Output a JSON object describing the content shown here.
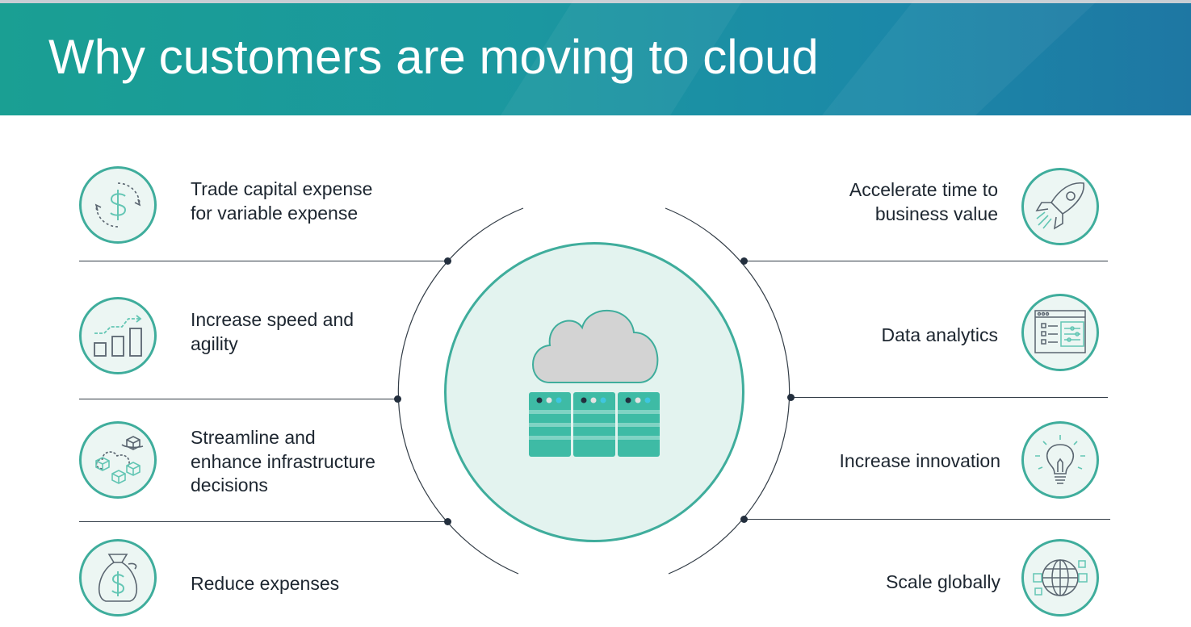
{
  "slide": {
    "title": "Why customers are moving to cloud"
  },
  "benefits_left": [
    {
      "lines": [
        "Trade capital expense",
        "for variable expense"
      ],
      "icon": "dollar-cycle-icon"
    },
    {
      "lines": [
        "Increase speed and",
        "agility"
      ],
      "icon": "growth-bars-icon"
    },
    {
      "lines": [
        "Streamline and",
        "enhance infrastructure",
        "decisions"
      ],
      "icon": "cubes-network-icon"
    },
    {
      "lines": [
        "Reduce expenses"
      ],
      "icon": "money-bag-icon"
    }
  ],
  "benefits_right": [
    {
      "lines": [
        "Accelerate time to",
        "business value"
      ],
      "icon": "rocket-icon"
    },
    {
      "lines": [
        "Data analytics"
      ],
      "icon": "analytics-dashboard-icon"
    },
    {
      "lines": [
        "Increase innovation"
      ],
      "icon": "lightbulb-icon"
    },
    {
      "lines": [
        "Scale globally"
      ],
      "icon": "globe-network-icon"
    }
  ],
  "hub": {
    "icon": "cloud-servers-icon"
  },
  "colors": {
    "accent": "#3fad9c",
    "icon_fill": "#ecf6f3",
    "header_start": "#1a9f93",
    "header_end": "#1e77a3",
    "text": "#1d2630"
  }
}
